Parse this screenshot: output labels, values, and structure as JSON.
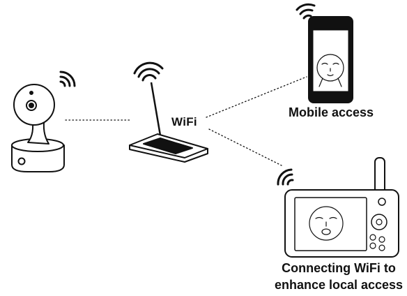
{
  "labels": {
    "router_wifi": "WiFi",
    "mobile": "Mobile access",
    "local_line1": "Connecting WiFi to",
    "local_line2": "enhance local access"
  },
  "nodes": [
    "baby-camera",
    "wifi-router",
    "smartphone",
    "parent-monitor"
  ],
  "connections": [
    {
      "from": "baby-camera",
      "to": "wifi-router",
      "style": "dotted"
    },
    {
      "from": "wifi-router",
      "to": "smartphone",
      "style": "dotted"
    },
    {
      "from": "wifi-router",
      "to": "parent-monitor",
      "style": "dotted"
    }
  ],
  "colors": {
    "stroke": "#111111",
    "background": "#ffffff"
  }
}
